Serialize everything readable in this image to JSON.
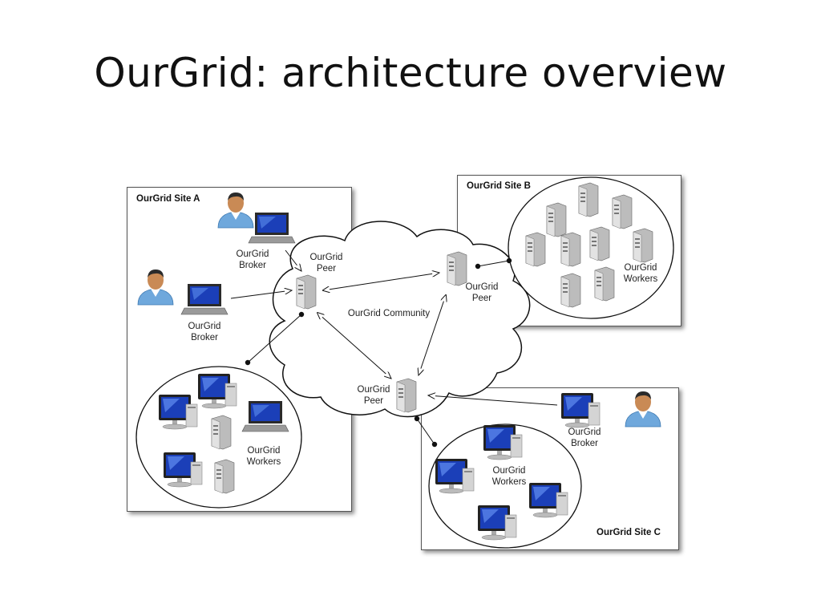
{
  "slide": {
    "title": "OurGrid: architecture overview"
  },
  "sites": {
    "a": {
      "label": "OurGrid Site A"
    },
    "b": {
      "label": "OurGrid Site B"
    },
    "c": {
      "label": "OurGrid Site C"
    }
  },
  "community": {
    "label": "OurGrid Community"
  },
  "labels": {
    "broker_line1": "OurGrid",
    "broker_line2": "Broker",
    "peer_line1": "OurGrid",
    "peer_line2": "Peer",
    "workers_line1": "OurGrid",
    "workers_line2": "Workers"
  },
  "colors": {
    "screen": "#1b3fb8",
    "skin": "#c98a55",
    "shirt": "#6fa8dc",
    "server": "#c8c8c8"
  }
}
